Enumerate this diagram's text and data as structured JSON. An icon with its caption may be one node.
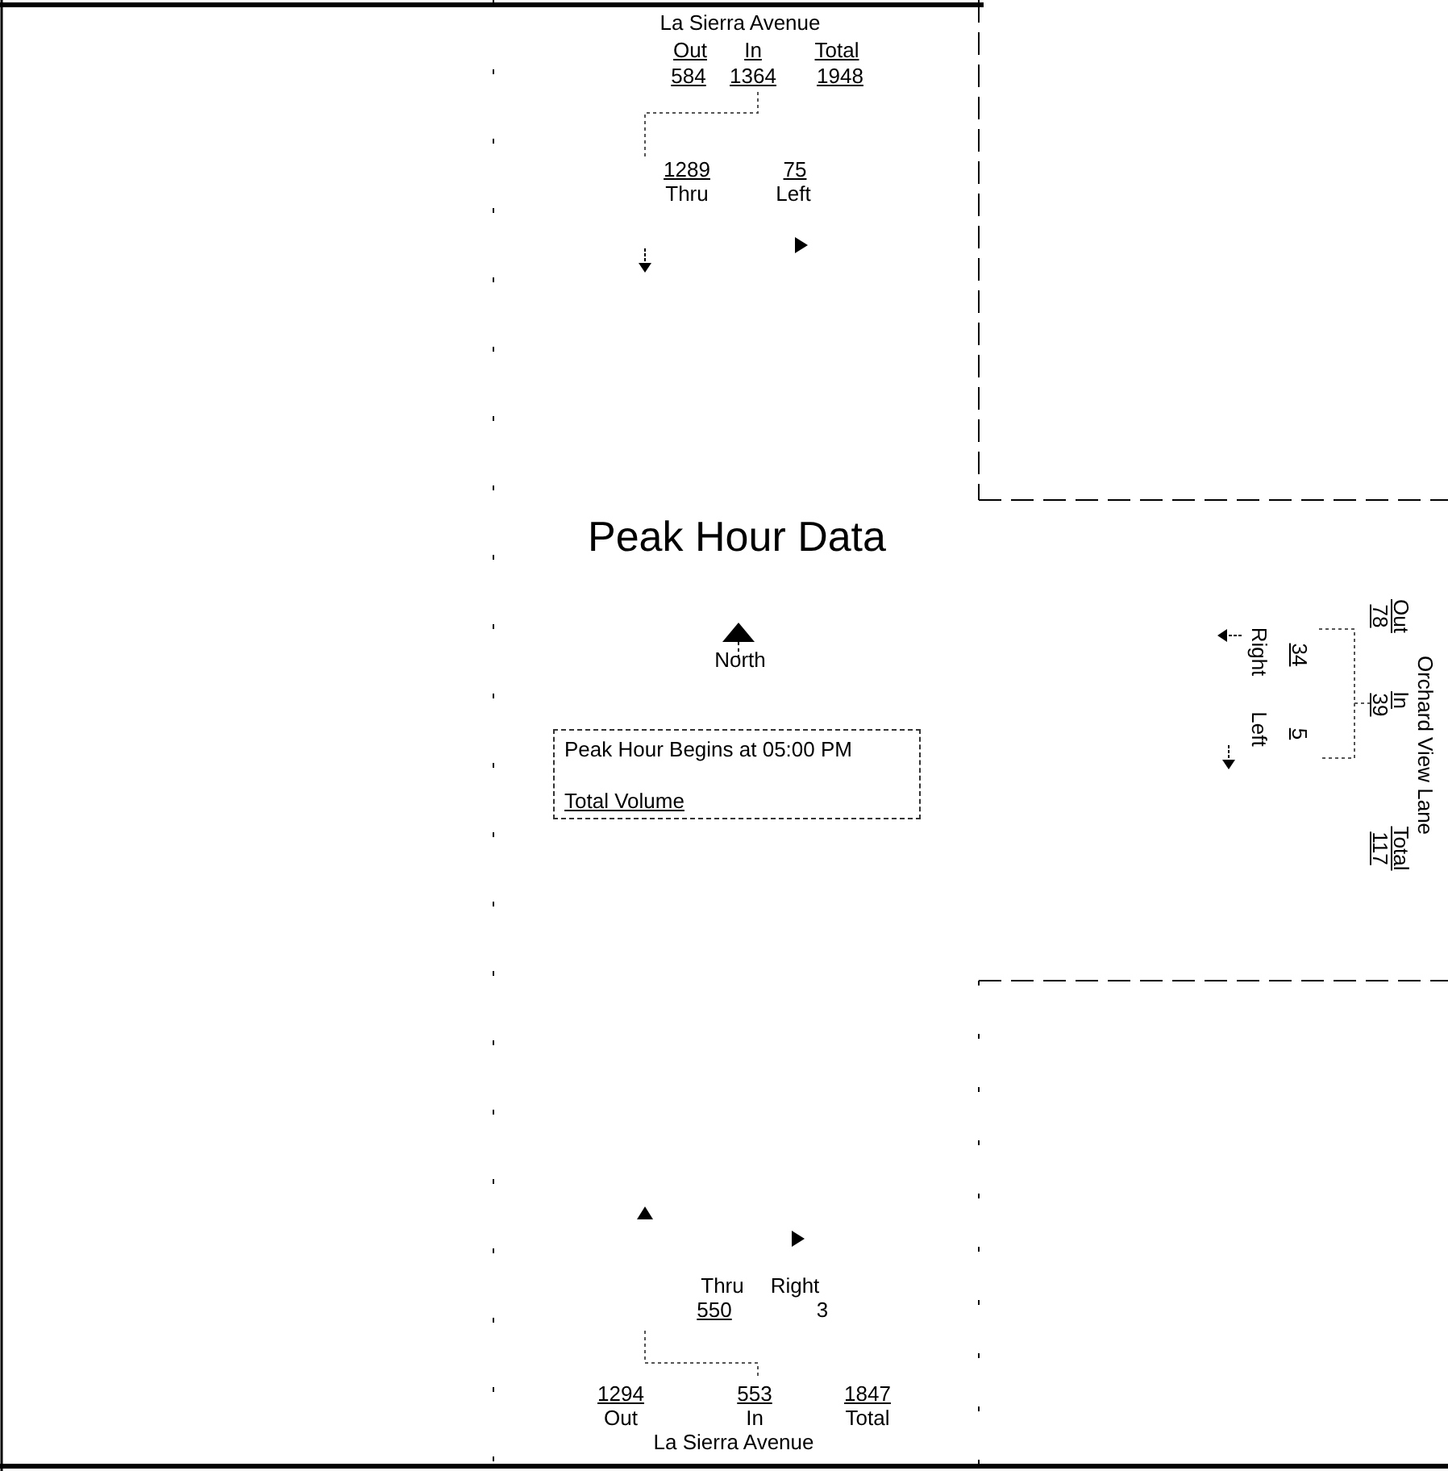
{
  "diagram": {
    "title": "Peak Hour Data",
    "nodes": [
      {
        "text": [
          "Peak Hour Begins at 05:00 PM",
          "Total Volume"
        ]
      }
    ],
    "labels": [
      "La Sierra Avenue",
      "Out",
      "In",
      "Total",
      "584",
      "1364",
      "1948",
      "1289",
      "75",
      "Thru",
      "Left",
      "North",
      "Orchard View Lane",
      "Out",
      "78",
      "In",
      "39",
      "117",
      "Total",
      "Right",
      "34",
      "Left",
      "5",
      "Thru",
      "Right",
      "550",
      "3",
      "1294",
      "553",
      "1847",
      "Out",
      "In",
      "Total",
      "La Sierra Avenue"
    ]
  }
}
